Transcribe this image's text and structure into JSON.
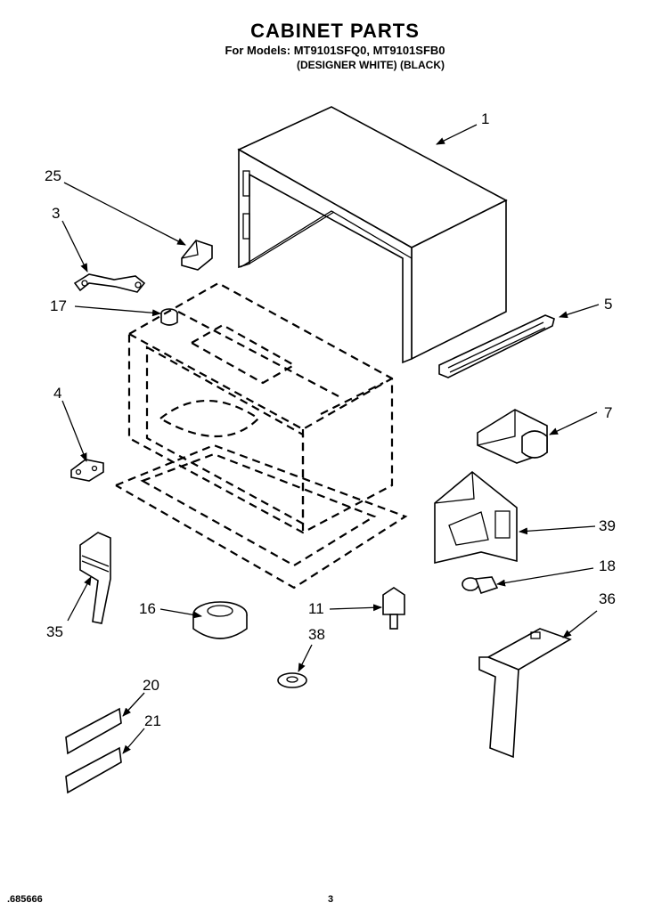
{
  "header": {
    "title": "CABINET PARTS",
    "models": "For Models: MT9101SFQ0, MT9101SFB0",
    "variants": "(DESIGNER WHITE)  (BLACK)"
  },
  "callouts": {
    "c1": "1",
    "c25": "25",
    "c3": "3",
    "c17": "17",
    "c5": "5",
    "c4": "4",
    "c7": "7",
    "c39": "39",
    "c18": "18",
    "c36": "36",
    "c35": "35",
    "c16": "16",
    "c11": "11",
    "c38": "38",
    "c20": "20",
    "c21": "21"
  },
  "footer": {
    "code": ".685666",
    "page": "3"
  }
}
